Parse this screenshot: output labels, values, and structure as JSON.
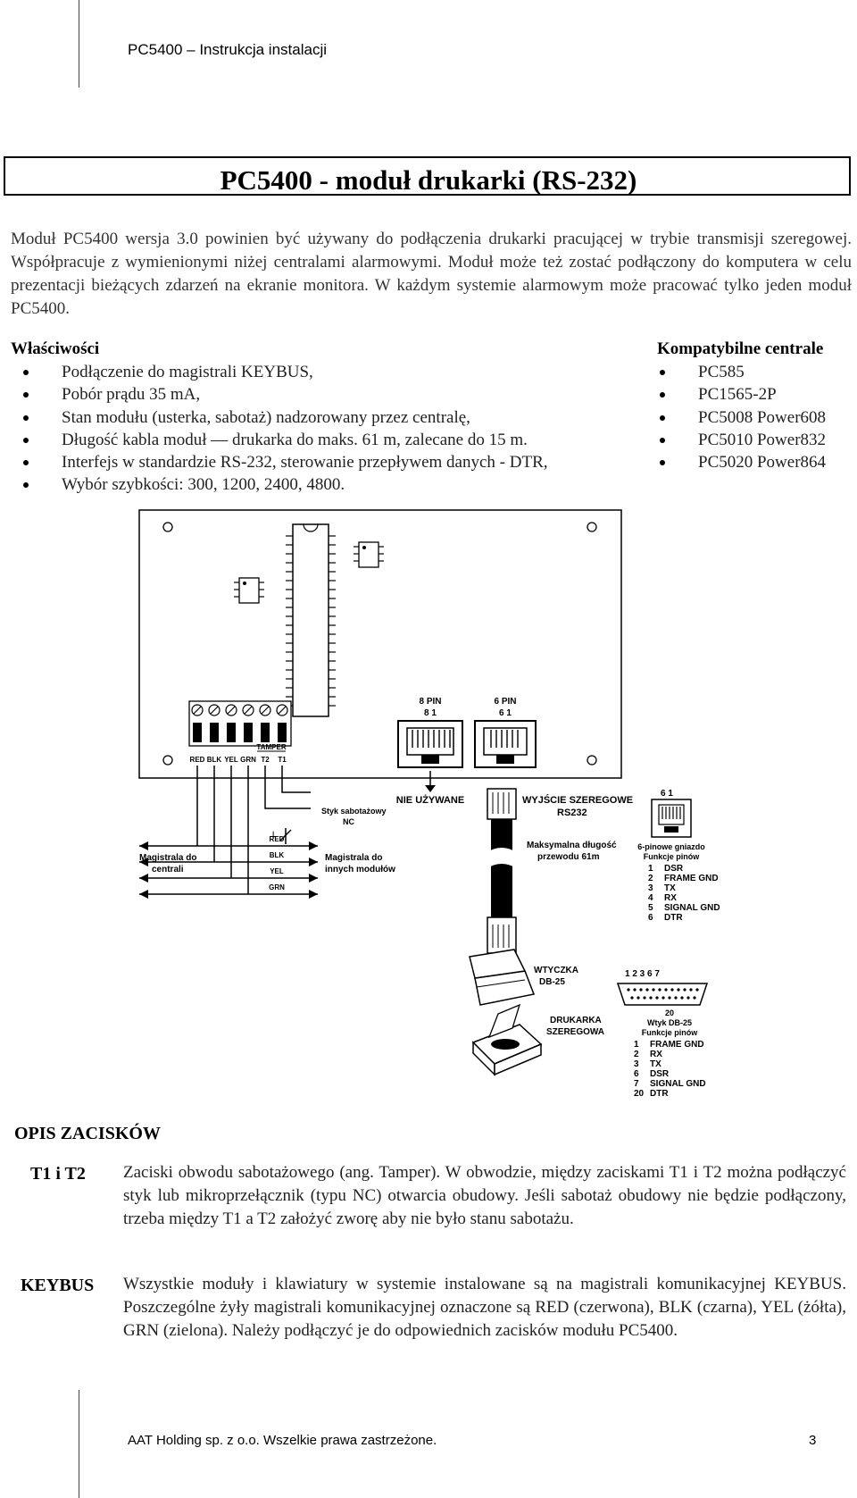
{
  "header": {
    "title": "PC5400 – Instrukcja instalacji"
  },
  "title": "PC5400  -  moduł drukarki (RS-232)",
  "intro": "Moduł PC5400 wersja 3.0 powinien być używany do podłączenia drukarki pracującej w trybie transmisji szeregowej. Współpracuje z wymienionymi niżej centralami alarmowymi. Moduł może też zostać podłączony do komputera w celu prezentacji bieżących zdarzeń na ekranie monitora. W każdym systemie alarmowym może pracować tylko jeden moduł PC5400.",
  "properties": {
    "title": "Właściwości",
    "items": [
      "Podłączenie do magistrali KEYBUS,",
      "Pobór prądu 35 mA,",
      "Stan modułu (usterka, sabotaż) nadzorowany przez centralę,",
      "Długość kabla moduł — drukarka do maks. 61 m, zalecane do 15 m.",
      "Interfejs w standardzie RS-232, sterowanie przepływem danych - DTR,",
      "Wybór szybkości: 300, 1200, 2400, 4800."
    ]
  },
  "compatible": {
    "title": "Kompatybilne centrale",
    "items": [
      "PC585",
      "PC1565-2P",
      "PC5008 Power608",
      "PC5010 Power832",
      "PC5020 Power864"
    ]
  },
  "diagram": {
    "pin8": "8 PIN",
    "pin8_nums": "8       1",
    "pin6": "6 PIN",
    "pin6_nums": "6       1",
    "terminals": [
      "RED",
      "BLK",
      "YEL",
      "GRN",
      "T2",
      "T1"
    ],
    "tamper": "TAMPER",
    "not_used": "NIE UŻYWANE",
    "serial_out_1": "WYJŚCIE SZEREGOWE",
    "serial_out_2": "RS232",
    "tamper_contact_1": "Styk sabotażowy",
    "tamper_contact_2": "NC",
    "max_length_1": "Maksymalna długość",
    "max_length_2": "przewodu 61m",
    "bus_to_panel_1": "Magistrala do",
    "bus_to_panel_2": "centrali",
    "bus_to_modules_1": "Magistrala do",
    "bus_to_modules_2": "innych modułów",
    "bus_wires": [
      "RED",
      "BLK",
      "YEL",
      "GRN"
    ],
    "socket6_nums": "6    1",
    "socket6_title_1": "6-pinowe gniazdo",
    "socket6_title_2": "Funkcje pinów",
    "socket6_pins": [
      [
        "1",
        "DSR"
      ],
      [
        "2",
        "FRAME GND"
      ],
      [
        "3",
        "TX"
      ],
      [
        "4",
        "RX"
      ],
      [
        "5",
        "SIGNAL GND"
      ],
      [
        "6",
        "DTR"
      ]
    ],
    "plug_1": "WTYCZKA",
    "plug_2": "DB-25",
    "db25_top": "1 2 3         6 7",
    "db25_20": "20",
    "db25_title_1": "Wtyk DB-25",
    "db25_title_2": "Funkcje pinów",
    "db25_pins": [
      [
        "1",
        "FRAME GND"
      ],
      [
        "2",
        "RX"
      ],
      [
        "3",
        "TX"
      ],
      [
        "6",
        "DSR"
      ],
      [
        "7",
        "SIGNAL GND"
      ],
      [
        "20",
        "DTR"
      ]
    ],
    "printer_1": "DRUKARKA",
    "printer_2": "SZEREGOWA"
  },
  "opis": {
    "title": "OPIS ZACISKÓW",
    "t1t2_label": "T1 i T2",
    "t1t2_desc": "Zaciski obwodu sabotażowego (ang. Tamper). W obwodzie, między zaciskami  T1 i T2 można podłączyć styk lub mikroprzełącznik (typu NC) otwarcia obudowy. Jeśli sabotaż obudowy nie będzie podłączony, trzeba między T1 a T2 założyć zworę aby nie było stanu sabotażu.",
    "keybus_label": "KEYBUS",
    "keybus_desc": "Wszystkie moduły i klawiatury w systemie instalowane są na magistrali komunikacyjnej KEYBUS. Poszczególne żyły magistrali komunikacyjnej oznaczone są RED (czerwona), BLK (czarna), YEL (żółta), GRN (zielona). Należy podłączyć je do odpowiednich zacisków modułu PC5400."
  },
  "footer": {
    "text": "AAT Holding sp. z o.o.  Wszelkie prawa zastrzeżone.",
    "page": "3"
  }
}
